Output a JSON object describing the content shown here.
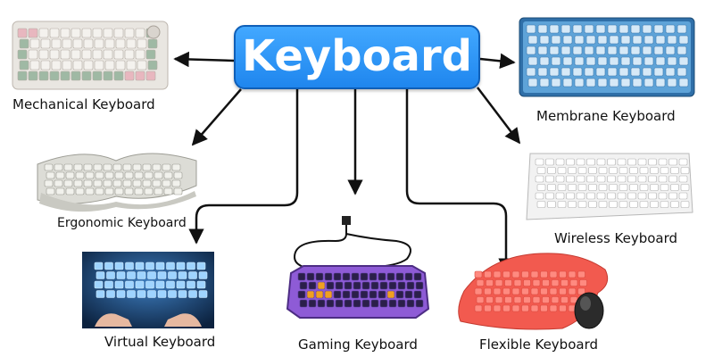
{
  "center": {
    "title": "Keyboard"
  },
  "types": [
    {
      "id": "mechanical",
      "label": "Mechanical Keyboard"
    },
    {
      "id": "membrane",
      "label": "Membrane Keyboard"
    },
    {
      "id": "ergonomic",
      "label": "Ergonomic Keyboard"
    },
    {
      "id": "wireless",
      "label": "Wireless Keyboard"
    },
    {
      "id": "virtual",
      "label": "Virtual Keyboard"
    },
    {
      "id": "gaming",
      "label": "Gaming Keyboard"
    },
    {
      "id": "flexible",
      "label": "Flexible Keyboard"
    }
  ],
  "colors": {
    "accent": "#2b95f5",
    "accent_border": "#0f5fb8",
    "arrow": "#111111"
  }
}
